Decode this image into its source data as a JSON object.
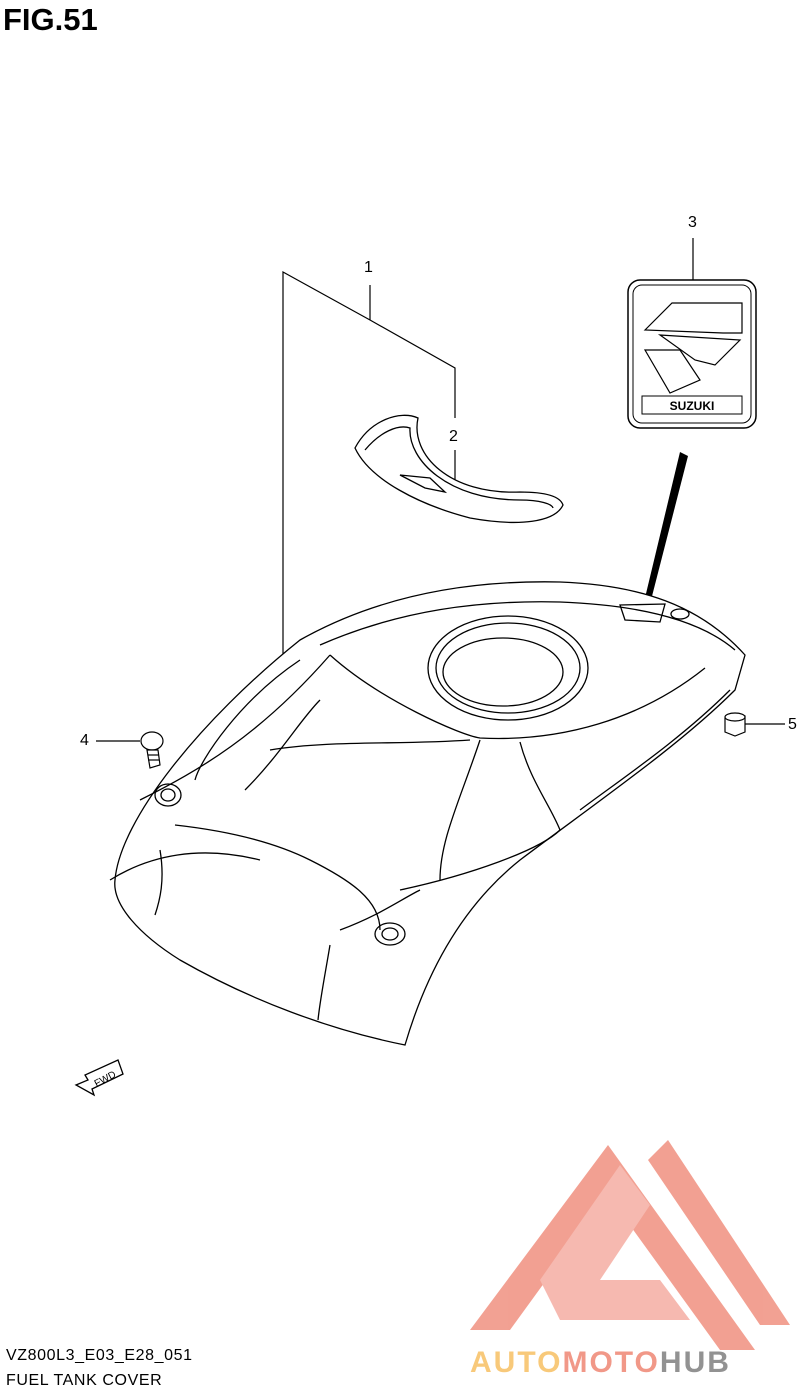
{
  "figure": {
    "title": "FIG.51"
  },
  "callouts": [
    {
      "id": "1",
      "label": "1"
    },
    {
      "id": "2",
      "label": "2"
    },
    {
      "id": "3",
      "label": "3"
    },
    {
      "id": "4",
      "label": "4"
    },
    {
      "id": "5",
      "label": "5"
    }
  ],
  "emblem": {
    "text": "SUZUKI"
  },
  "direction_marker": {
    "text": "FWD"
  },
  "watermark": {
    "parts": [
      "AUTO",
      "MOTO",
      "HUB"
    ],
    "colors": [
      "#f5a623",
      "#e8543a",
      "#4a4a4a"
    ]
  },
  "footer": {
    "model_code": "VZ800L3_E03_E28_051",
    "caption": "FUEL TANK COVER"
  }
}
